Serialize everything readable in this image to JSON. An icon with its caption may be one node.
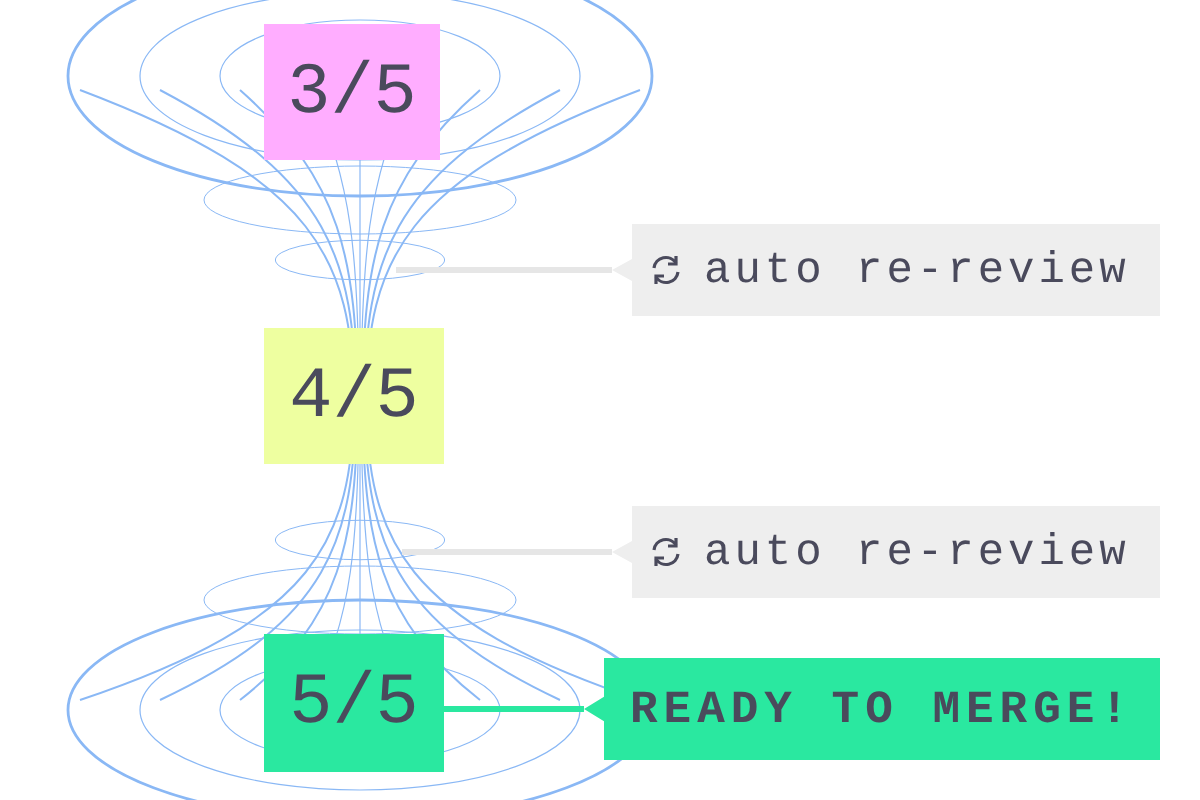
{
  "diagram": {
    "nodes": [
      {
        "text": [
          "3/5"
        ]
      },
      {
        "text": [
          "auto re-review"
        ]
      },
      {
        "text": [
          "4/5"
        ]
      },
      {
        "text": [
          "auto re-review"
        ]
      },
      {
        "text": [
          "5/5"
        ]
      },
      {
        "text": [
          "READY TO MERGE!"
        ]
      }
    ],
    "edges": [
      {
        "from": 1,
        "to": null,
        "arrow": "none"
      },
      {
        "from": 3,
        "to": null,
        "arrow": "none"
      },
      {
        "from": 4,
        "to": 5,
        "arrow": "none",
        "color": "#2ae8a0"
      }
    ]
  }
}
